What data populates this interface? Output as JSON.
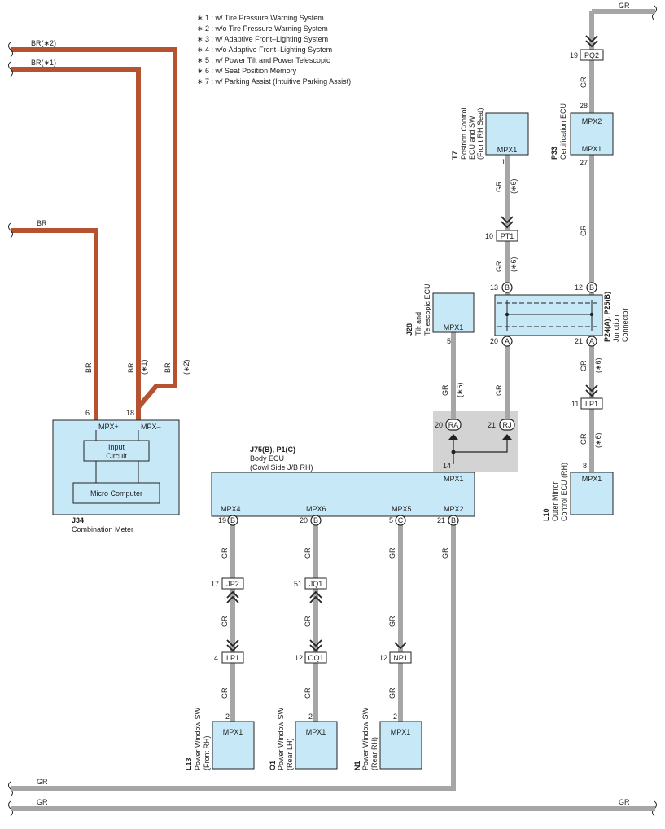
{
  "notes": [
    "∗ 1 : w/ Tire Pressure Warning System",
    "∗ 2 : w/o Tire Pressure Warning System",
    "∗ 3 : w/ Adaptive Front–Lighting System",
    "∗ 4 : w/o Adaptive Front–Lighting System",
    "∗ 5 : w/ Power Tilt and Power Telescopic",
    "∗ 6 : w/ Seat Position Memory",
    "∗ 7 : w/ Parking Assist (Intuitive Parking Assist)"
  ],
  "colors": {
    "br_wire": "#b5522f",
    "gr_wire": "#a6a6a6",
    "component_fill": "#c6e8f7",
    "shade": "#d3d3d3"
  },
  "wires": {
    "br2": "BR(∗2)",
    "br1": "BR(∗1)",
    "br": "BR",
    "br_label": "BR",
    "star1": "(∗1)",
    "star2": "(∗2)",
    "gr": "GR",
    "star5": "(∗5)",
    "star6": "(∗6)"
  },
  "combo_meter": {
    "code": "J34",
    "name": "Combination Meter",
    "pin_plus_num": "6",
    "pin_minus_num": "18",
    "pin_plus": "MPX+",
    "pin_minus": "MPX–",
    "block_input_1": "Input",
    "block_input_2": "Circuit",
    "block_micro": "Micro Computer"
  },
  "body_ecu": {
    "code": "J75(B), P1(C)",
    "name": "Body ECU",
    "sub": "(Cowl Side J/B RH)",
    "pin_top": "MPX1",
    "pin_top_num": "14",
    "pins": [
      {
        "label": "MPX4",
        "num": "19",
        "conn": "B"
      },
      {
        "label": "MPX6",
        "num": "20",
        "conn": "B"
      },
      {
        "label": "MPX5",
        "num": "5",
        "conn": "C"
      },
      {
        "label": "MPX2",
        "num": "21",
        "conn": "B"
      }
    ]
  },
  "tilt_ecu": {
    "code": "J28",
    "name1": "Tilt and",
    "name2": "Telescopic ECU",
    "pin": "MPX1",
    "num": "5"
  },
  "position_ecu": {
    "code": "T7",
    "name1": "Position Control",
    "name2": "ECU and SW",
    "name3": "(Front RH Seat)",
    "pin": "MPX1",
    "num": "1"
  },
  "cert_ecu": {
    "code": "P33",
    "name": "Certification ECU",
    "pin1": "MPX2",
    "num1": "28",
    "pin2": "MPX1",
    "num2": "27"
  },
  "junction": {
    "code": "P24(A), P25(B)",
    "name1": "Junction",
    "name2": "Connector",
    "t13": "13",
    "t12": "12",
    "t20": "20",
    "t21": "21",
    "conn_b": "B",
    "conn_a": "A"
  },
  "mirror_ecu": {
    "code": "L10",
    "name1": "Outer Mirror",
    "name2": "Control ECU (RH)",
    "pin": "MPX1",
    "num": "8"
  },
  "ra_num": "20",
  "ra": "RA",
  "rj_num": "21",
  "rj": "RJ",
  "connectors": {
    "pq2": "PQ2",
    "pq2_num": "19",
    "pt1": "PT1",
    "pt1_num": "10",
    "lp1r": "LP1",
    "lp1r_num": "11",
    "jp2": "JP2",
    "jp2_num": "17",
    "jq1": "JQ1",
    "jq1_num": "51",
    "lp1": "LP1",
    "lp1_num": "4",
    "oq1": "OQ1",
    "oq1_num": "12",
    "np1": "NP1",
    "np1_num": "12"
  },
  "pw_switches": [
    {
      "code": "L13",
      "name1": "Power Window SW",
      "name2": "(Front RH)",
      "pin": "MPX1",
      "num": "2"
    },
    {
      "code": "O1",
      "name1": "Power Window SW",
      "name2": "(Rear LH)",
      "pin": "MPX1",
      "num": "2"
    },
    {
      "code": "N1",
      "name1": "Power Window SW",
      "name2": "(Rear RH)",
      "pin": "MPX1",
      "num": "2"
    }
  ]
}
